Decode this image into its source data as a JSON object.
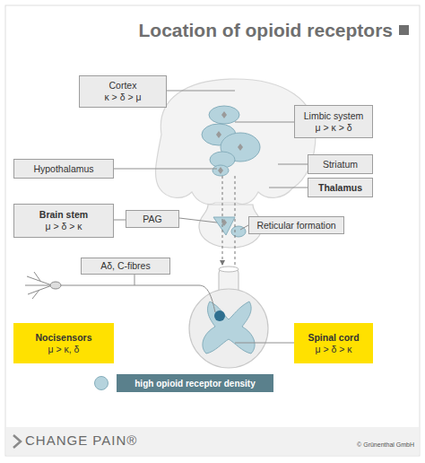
{
  "diagram": {
    "title": "Location of opioid receptors",
    "nodes": [
      {
        "text": [
          "Cortex",
          "κ > δ > μ"
        ]
      },
      {
        "text": [
          "Limbic system",
          "μ > κ > δ"
        ]
      },
      {
        "text": [
          "Hypothalamus"
        ]
      },
      {
        "text": [
          "Striatum"
        ]
      },
      {
        "text": [
          "Thalamus"
        ]
      },
      {
        "text": [
          "Brain stem",
          "μ > δ > κ"
        ]
      },
      {
        "text": [
          "PAG"
        ]
      },
      {
        "text": [
          "Reticular formation"
        ]
      },
      {
        "text": [
          "Aδ, C-fibres"
        ]
      },
      {
        "text": [
          "Nocisensors",
          "μ > κ, δ"
        ]
      },
      {
        "text": [
          "Spinal cord",
          "μ > δ > κ"
        ]
      }
    ],
    "labels": [
      "CHANGE PAIN®",
      "© Grünenthal GmbH"
    ],
    "legend": [
      {
        "text": "high opioid receptor density",
        "color": "#b5d3dd"
      }
    ]
  }
}
